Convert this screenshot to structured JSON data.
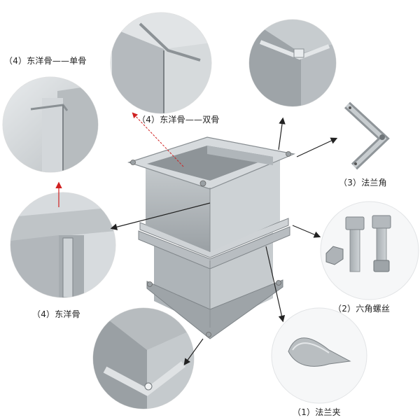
{
  "labels": {
    "dongyang_single": "（4）东洋骨——单骨",
    "dongyang_double": "（4）东洋骨——双骨",
    "flange_corner": "（3）法兰角",
    "hex_bolt": "（2）六角螺丝",
    "dongyang": "（4）东洋骨",
    "flange_clip": "（1）法兰夹"
  },
  "colors": {
    "background": "#ffffff",
    "metal_light": "#c9ced1",
    "metal_mid": "#a7adb1",
    "metal_dark": "#7d8488",
    "arrow_black": "#222222",
    "arrow_red": "#d02020",
    "circle_border": "#dddddd"
  }
}
